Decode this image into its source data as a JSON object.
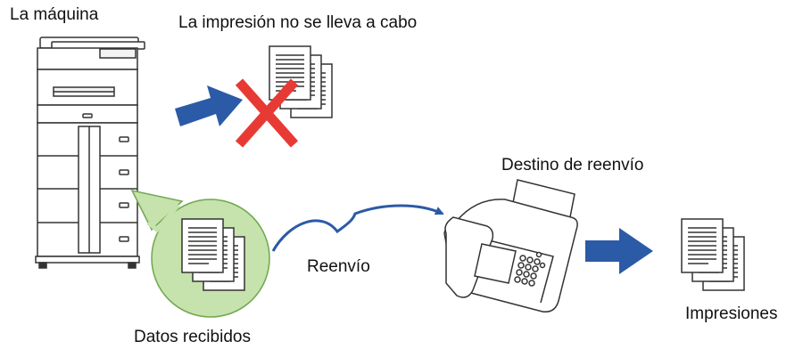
{
  "labels": {
    "machine": "La máquina",
    "no_print": "La impresión no se lleva a cabo",
    "destination": "Destino de reenvío",
    "forward": "Reenvío",
    "received": "Datos recibidos",
    "prints": "Impresiones"
  },
  "icons": {
    "machine": "multifunction-printer-icon",
    "document_stack": "document-stack-icon",
    "cancel": "red-cross-icon",
    "fax": "fax-machine-icon",
    "arrow": "blue-arrow-icon"
  },
  "colors": {
    "arrow": "#2b5aa7",
    "cross": "#e83a35",
    "bubble": "#c6e2ad",
    "bubble_stroke": "#6fa84c",
    "outline": "#333333"
  }
}
